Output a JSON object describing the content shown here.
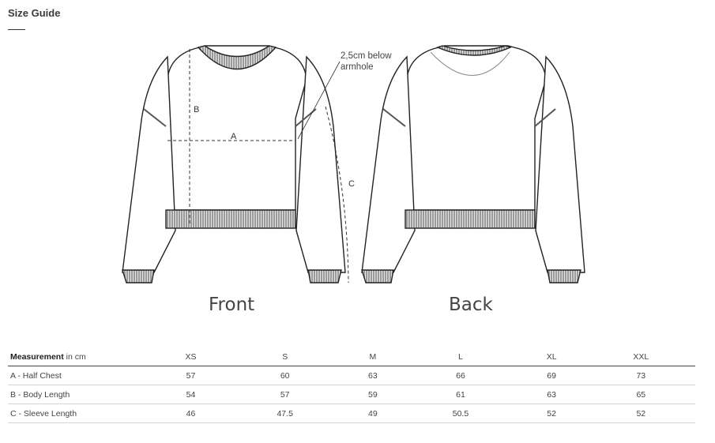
{
  "header": {
    "title": "Size Guide"
  },
  "illustration": {
    "front_label": "Front",
    "back_label": "Back",
    "annotation_line1": "2,5cm below",
    "annotation_line2": "armhole",
    "measure_labels": {
      "a": "A",
      "b": "B",
      "c": "C"
    },
    "colors": {
      "outline": "#222222",
      "rib": "#8a8a8a",
      "shadow": "#d8d8d8"
    }
  },
  "table": {
    "header_bold": "Measurement",
    "header_unit": " in cm",
    "sizes": [
      "XS",
      "S",
      "M",
      "L",
      "XL",
      "XXL"
    ],
    "rows": [
      {
        "label": "A - Half Chest",
        "values": [
          "57",
          "60",
          "63",
          "66",
          "69",
          "73"
        ]
      },
      {
        "label": "B - Body Length",
        "values": [
          "54",
          "57",
          "59",
          "61",
          "63",
          "65"
        ]
      },
      {
        "label": "C - Sleeve Length",
        "values": [
          "46",
          "47.5",
          "49",
          "50.5",
          "52",
          "52"
        ]
      }
    ]
  }
}
